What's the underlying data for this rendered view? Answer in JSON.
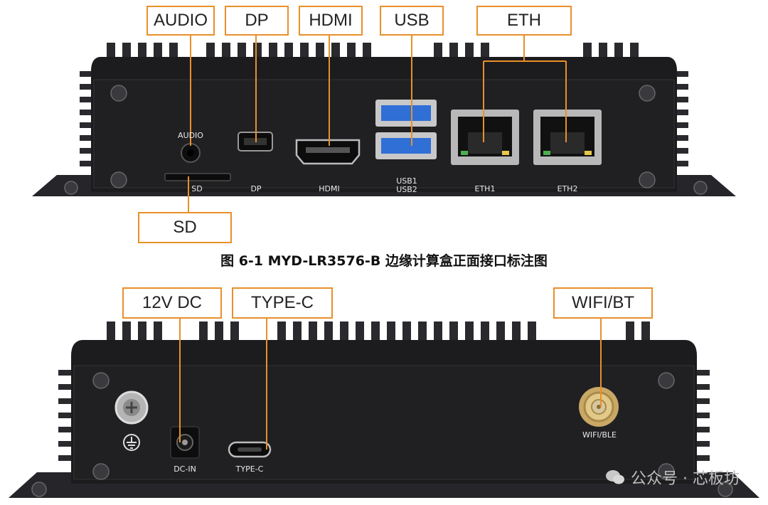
{
  "front": {
    "callouts": {
      "audio": "AUDIO",
      "dp": "DP",
      "hdmi": "HDMI",
      "usb": "USB",
      "eth": "ETH",
      "sd": "SD"
    },
    "silk": {
      "audio": "AUDIO",
      "sd": "SD",
      "dp": "DP",
      "hdmi": "HDMI",
      "usb1": "USB1",
      "usb2": "USB2",
      "eth1": "ETH1",
      "eth2": "ETH2"
    }
  },
  "caption": "图 6-1 MYD-LR3576-B 边缘计算盒正面接口标注图",
  "back": {
    "callouts": {
      "dc": "12V DC",
      "typec": "TYPE-C",
      "wifi": "WIFI/BT"
    },
    "silk": {
      "dcin": "DC-IN",
      "typec": "TYPE-C",
      "wifi": "WIFI/BLE"
    }
  },
  "watermark": "公众号 · 芯板坊",
  "colors": {
    "accent": "#e8902a",
    "case": "#1c1c1e",
    "usb_blue": "#2f6fd6"
  },
  "icons": [
    "ground-icon",
    "wechat-icon"
  ]
}
